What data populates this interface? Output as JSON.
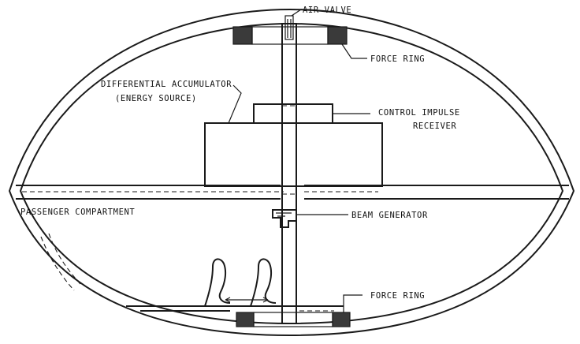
{
  "labels": {
    "air_valve": "AIR VALVE",
    "force_ring_top": "FORCE RING",
    "differential_accumulator_line1": "DIFFERENTIAL ACCUMULATOR",
    "differential_accumulator_line2": "(ENERGY SOURCE)",
    "control_impulse_line1": "CONTROL IMPULSE",
    "control_impulse_line2": "RECEIVER",
    "passenger_compartment": "PASSENGER COMPARTMENT",
    "beam_generator": "BEAM GENERATOR",
    "force_ring_bottom": "FORCE RING"
  }
}
